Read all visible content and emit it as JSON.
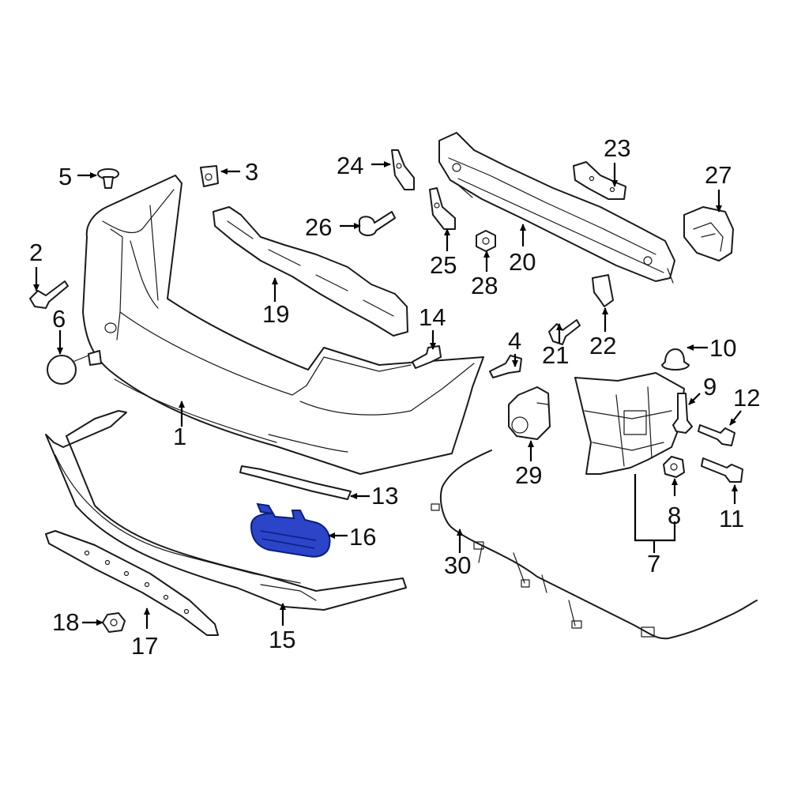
{
  "highlight_color": "#2b44c8",
  "highlighted_part": "16",
  "callouts": [
    "1",
    "2",
    "3",
    "4",
    "5",
    "6",
    "7",
    "8",
    "9",
    "10",
    "11",
    "12",
    "13",
    "14",
    "15",
    "16",
    "17",
    "18",
    "19",
    "20",
    "21",
    "22",
    "23",
    "24",
    "25",
    "26",
    "27",
    "28",
    "29",
    "30"
  ]
}
